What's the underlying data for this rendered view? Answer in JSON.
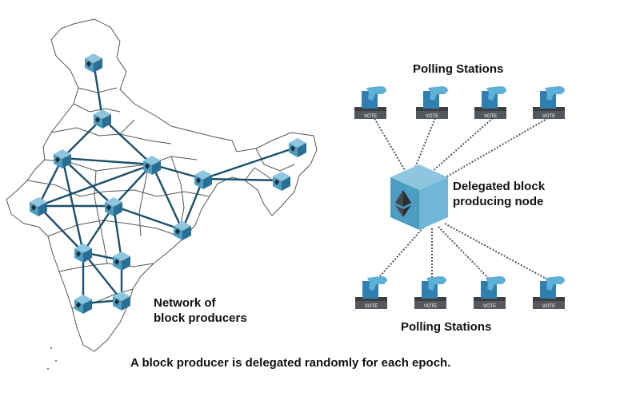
{
  "labels": {
    "polling_stations_top": "Polling Stations",
    "polling_stations_bottom": "Polling Stations",
    "node_line1": "Delegated block",
    "node_line2": "producing node",
    "network_line1": "Network of",
    "network_line2": "block producers",
    "caption": "A block producer is delegated randomly for each epoch."
  },
  "ballot_box_text": "VOTE",
  "map_region": "India",
  "colors": {
    "network_line": "#1c4f6b",
    "cube_light": "#8ec6df",
    "cube_mid": "#4d9dc2",
    "cube_dark": "#2a6f93",
    "box_dark": "#54585c",
    "ballot_blue": "#2f7fb0",
    "hand_blue": "#5fb0d6",
    "map_outline": "#555555"
  },
  "polling_station_count": 8,
  "block_producer_count": 14
}
